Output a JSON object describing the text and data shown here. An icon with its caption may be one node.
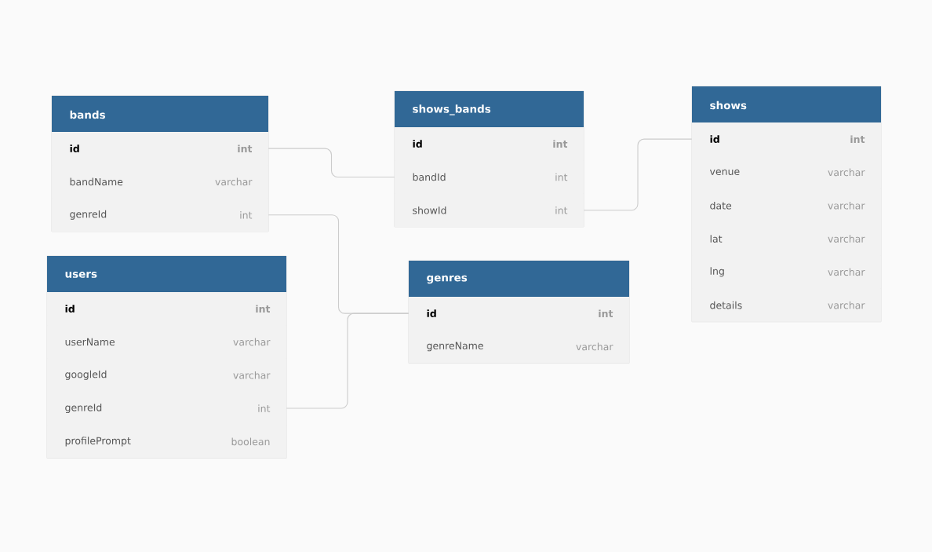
{
  "diagram": {
    "nodes": [
      {
        "text": [
          "bands"
        ]
      },
      {
        "text": [
          "id",
          "int"
        ],
        "in": 0
      },
      {
        "text": [
          "bandName",
          "varchar"
        ],
        "in": 0
      },
      {
        "text": [
          "genreId",
          "int"
        ],
        "in": 0
      },
      {
        "text": [
          "shows_bands"
        ]
      },
      {
        "text": [
          "id",
          "int"
        ],
        "in": 4
      },
      {
        "text": [
          "bandId",
          "int"
        ],
        "in": 4
      },
      {
        "text": [
          "showId",
          "int"
        ],
        "in": 4
      },
      {
        "text": [
          "shows"
        ]
      },
      {
        "text": [
          "id",
          "int"
        ],
        "in": 8
      },
      {
        "text": [
          "venue",
          "varchar"
        ],
        "in": 8
      },
      {
        "text": [
          "date",
          "varchar"
        ],
        "in": 8
      },
      {
        "text": [
          "lat",
          "varchar"
        ],
        "in": 8
      },
      {
        "text": [
          "lng",
          "varchar"
        ],
        "in": 8
      },
      {
        "text": [
          "details",
          "varchar"
        ],
        "in": 8
      },
      {
        "text": [
          "users"
        ]
      },
      {
        "text": [
          "id",
          "int"
        ],
        "in": 15
      },
      {
        "text": [
          "userName",
          "varchar"
        ],
        "in": 15
      },
      {
        "text": [
          "googleId",
          "varchar"
        ],
        "in": 15
      },
      {
        "text": [
          "genreId",
          "int"
        ],
        "in": 15
      },
      {
        "text": [
          "profilePrompt",
          "boolean"
        ],
        "in": 15
      },
      {
        "text": [
          "genres"
        ]
      },
      {
        "text": [
          "id",
          "int"
        ],
        "in": 21
      },
      {
        "text": [
          "genreName",
          "varchar"
        ],
        "in": 21
      }
    ],
    "edges": [
      {
        "from": 1,
        "to": 6,
        "arrow": "none"
      },
      {
        "from": 7,
        "to": 9,
        "arrow": "none"
      },
      {
        "from": 3,
        "to": 22,
        "arrow": "none"
      },
      {
        "from": 19,
        "to": 22,
        "arrow": "none"
      }
    ]
  }
}
